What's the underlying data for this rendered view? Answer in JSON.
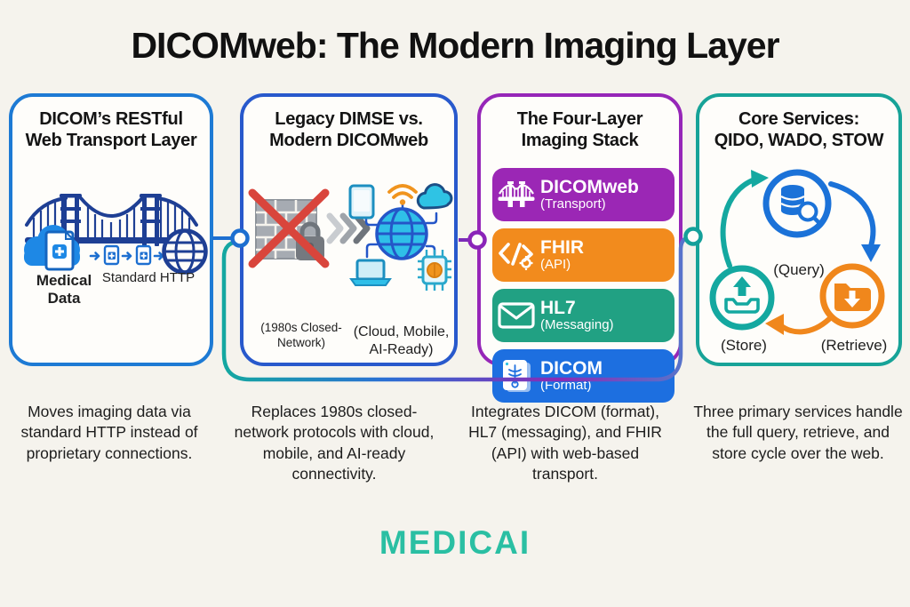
{
  "title": "DICOMweb: The Modern Imaging Layer",
  "colors": {
    "background": "#f5f3ed",
    "panel1_border": "#1d7ad4",
    "panel2_border": "#2859cc",
    "panel3_border": "#9626b8",
    "panel4_border": "#17a398",
    "navy": "#1e3f94",
    "bright_blue": "#1e88e5",
    "cyan": "#2fbfe8",
    "orange": "#f0941e",
    "red_x": "#d9453c",
    "brand_teal": "#2abfa3"
  },
  "panels": [
    {
      "title_line1": "DICOM’s RESTful",
      "title_line2": "Web Transport Layer",
      "label_medical_data": "Medical Data",
      "label_standard_http": "Standard HTTP",
      "description": "Moves imaging data via standard HTTP instead of proprietary connections."
    },
    {
      "title_line1": "Legacy DIMSE vs.",
      "title_line2": "Modern DICOMweb",
      "label_legacy": "(1980s Closed-Network)",
      "label_modern": "(Cloud, Mobile, AI-Ready)",
      "description": "Replaces 1980s closed-network protocols with cloud, mobile, and AI-ready connectivity."
    },
    {
      "title_line1": "The Four-Layer",
      "title_line2": "Imaging Stack",
      "layers": [
        {
          "name": "DICOMweb",
          "role": "(Transport)",
          "color": "#9b27b5",
          "icon": "bridge-icon"
        },
        {
          "name": "FHIR",
          "role": "(API)",
          "color": "#f28b1d",
          "icon": "code-icon"
        },
        {
          "name": "HL7",
          "role": "(Messaging)",
          "color": "#21a183",
          "icon": "envelope-icon"
        },
        {
          "name": "DICOM",
          "role": "(Format)",
          "color": "#1d6fe0",
          "icon": "xray-film-icon"
        }
      ],
      "description": "Integrates DICOM (format), HL7 (messaging), and FHIR (API) with web-based transport."
    },
    {
      "title_line1": "Core Services:",
      "title_line2": "QIDO, WADO, STOW",
      "label_query": "(Query)",
      "label_store": "(Store)",
      "label_retrieve": "(Retrieve)",
      "description": "Three primary services handle the full query, retrieve, and store cycle over the web."
    }
  ],
  "footer": {
    "brand": "MEDICAI"
  }
}
